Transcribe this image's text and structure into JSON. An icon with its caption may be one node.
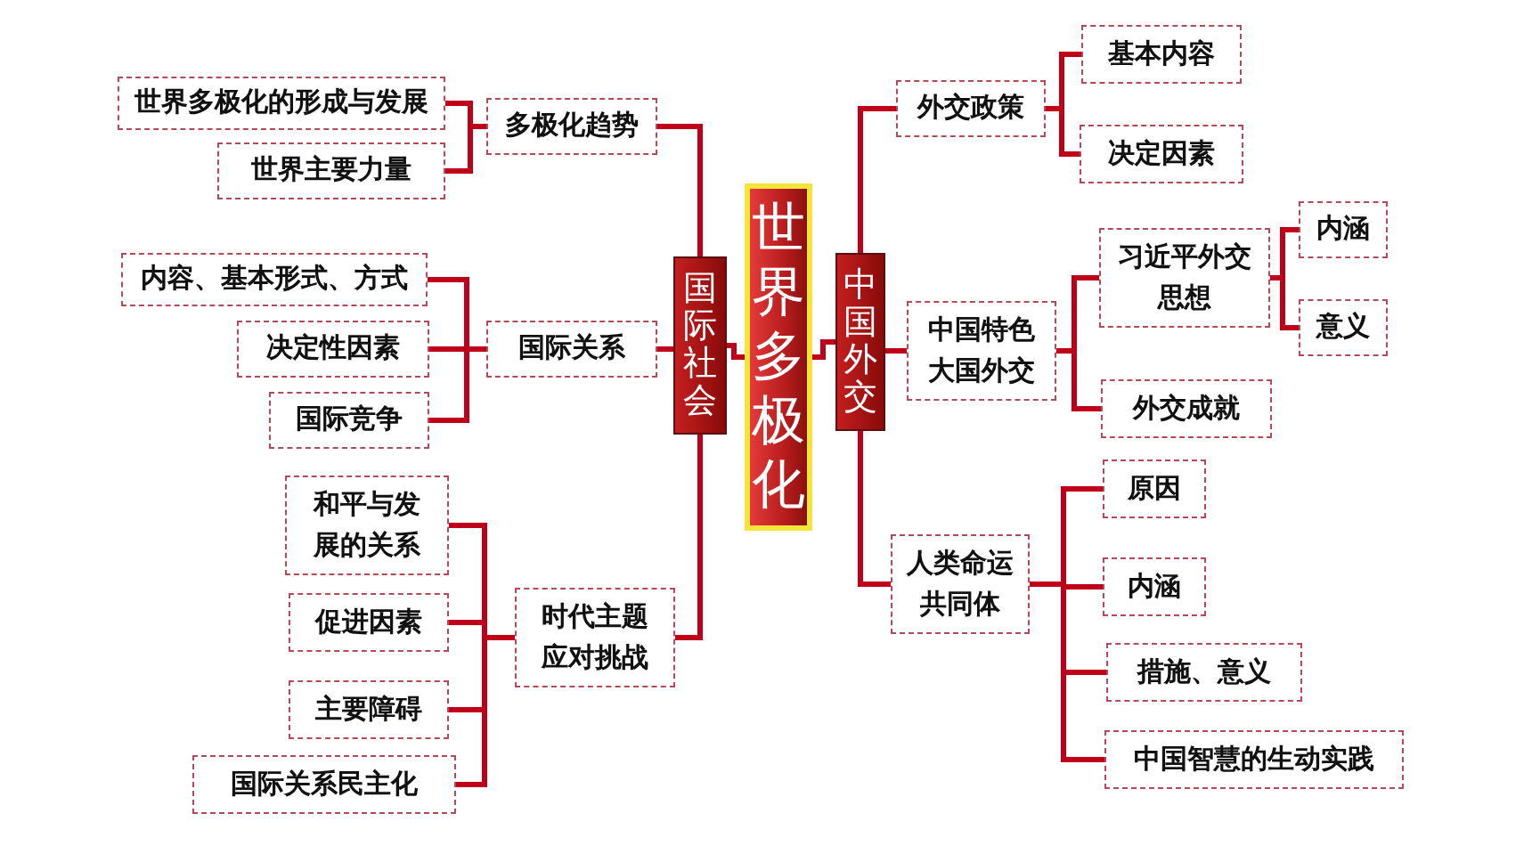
{
  "diagram": {
    "nodes": [
      {
        "text": [
          "世界多极化"
        ]
      },
      {
        "text": [
          "国际社会"
        ]
      },
      {
        "text": [
          "多极化趋势"
        ]
      },
      {
        "text": [
          "世界多极化的形成与发展"
        ]
      },
      {
        "text": [
          "世界主要力量"
        ]
      },
      {
        "text": [
          "国际关系"
        ]
      },
      {
        "text": [
          "内容、基本形式、方式"
        ]
      },
      {
        "text": [
          "决定性因素"
        ]
      },
      {
        "text": [
          "国际竞争"
        ]
      },
      {
        "text": [
          "时代主题应对挑战"
        ]
      },
      {
        "text": [
          "和平与发展的关系"
        ]
      },
      {
        "text": [
          "促进因素"
        ]
      },
      {
        "text": [
          "主要障碍"
        ]
      },
      {
        "text": [
          "国际关系民主化"
        ]
      },
      {
        "text": [
          "中国外交"
        ]
      },
      {
        "text": [
          "外交政策"
        ]
      },
      {
        "text": [
          "基本内容"
        ]
      },
      {
        "text": [
          "决定因素"
        ]
      },
      {
        "text": [
          "中国特色大国外交"
        ]
      },
      {
        "text": [
          "习近平外交思想"
        ]
      },
      {
        "text": [
          "内涵"
        ]
      },
      {
        "text": [
          "意义"
        ]
      },
      {
        "text": [
          "外交成就"
        ]
      },
      {
        "text": [
          "人类命运共同体"
        ]
      },
      {
        "text": [
          "原因"
        ]
      },
      {
        "text": [
          "内涵"
        ]
      },
      {
        "text": [
          "措施、意义"
        ]
      },
      {
        "text": [
          "中国智慧的生动实践"
        ]
      }
    ],
    "edges": [
      {
        "from": 0,
        "to": 1,
        "arrow": "none"
      },
      {
        "from": 0,
        "to": 14,
        "arrow": "none"
      },
      {
        "from": 1,
        "to": 2,
        "arrow": "none"
      },
      {
        "from": 1,
        "to": 5,
        "arrow": "none"
      },
      {
        "from": 1,
        "to": 9,
        "arrow": "none"
      },
      {
        "from": 2,
        "to": 3,
        "arrow": "none"
      },
      {
        "from": 2,
        "to": 4,
        "arrow": "none"
      },
      {
        "from": 5,
        "to": 6,
        "arrow": "none"
      },
      {
        "from": 5,
        "to": 7,
        "arrow": "none"
      },
      {
        "from": 5,
        "to": 8,
        "arrow": "none"
      },
      {
        "from": 9,
        "to": 10,
        "arrow": "none"
      },
      {
        "from": 9,
        "to": 11,
        "arrow": "none"
      },
      {
        "from": 9,
        "to": 12,
        "arrow": "none"
      },
      {
        "from": 9,
        "to": 13,
        "arrow": "none"
      },
      {
        "from": 14,
        "to": 15,
        "arrow": "none"
      },
      {
        "from": 14,
        "to": 18,
        "arrow": "none"
      },
      {
        "from": 14,
        "to": 23,
        "arrow": "none"
      },
      {
        "from": 15,
        "to": 16,
        "arrow": "none"
      },
      {
        "from": 15,
        "to": 17,
        "arrow": "none"
      },
      {
        "from": 18,
        "to": 19,
        "arrow": "none"
      },
      {
        "from": 18,
        "to": 22,
        "arrow": "none"
      },
      {
        "from": 19,
        "to": 20,
        "arrow": "none"
      },
      {
        "from": 19,
        "to": 21,
        "arrow": "none"
      },
      {
        "from": 23,
        "to": 24,
        "arrow": "none"
      },
      {
        "from": 23,
        "to": 25,
        "arrow": "none"
      },
      {
        "from": 23,
        "to": 26,
        "arrow": "none"
      },
      {
        "from": 23,
        "to": 27,
        "arrow": "none"
      }
    ]
  }
}
